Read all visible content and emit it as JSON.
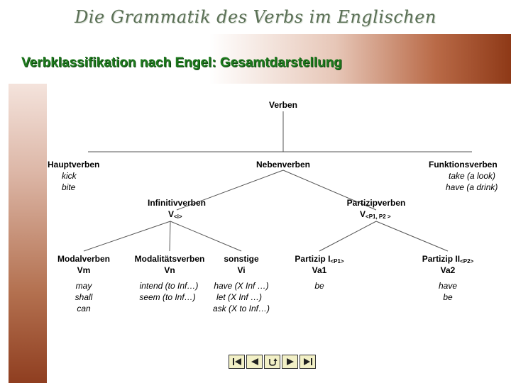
{
  "header": {
    "title": "Die Grammatik des Verbs im Englischen"
  },
  "slide": {
    "title": "Verbklassifikation nach Engel: Gesamtdarstellung"
  },
  "tree": {
    "root": "Verben",
    "hauptverben": {
      "label": "Hauptverben",
      "examples": [
        "kick",
        "bite"
      ]
    },
    "nebenverben": {
      "label": "Nebenverben"
    },
    "funktionsverben": {
      "label": "Funktionsverben",
      "examples": [
        "take (a look)",
        "have (a drink)"
      ]
    },
    "infinitivverben": {
      "label": "Infinitivverben",
      "symbol": "V",
      "sub": "<i>"
    },
    "partizipverben": {
      "label": "Partizipverben",
      "symbol": "V",
      "sub": "<P1, P2 >"
    },
    "modalverben": {
      "label": "Modalverben",
      "symbol": "Vm",
      "examples": [
        "may",
        "shall",
        "can"
      ]
    },
    "modalitaetsverben": {
      "label": "Modalitätsverben",
      "symbol": "Vn",
      "examples": [
        "intend (to Inf…)",
        "seem (to Inf…)"
      ]
    },
    "sonstige": {
      "label": "sonstige",
      "symbol": "Vi",
      "examples": [
        "have (X Inf …)",
        "let (X Inf …)",
        "ask (X to Inf…)"
      ]
    },
    "partizip1": {
      "label": "Partizip I",
      "sub": "<P1>",
      "symbol": "Va1",
      "examples": [
        "be"
      ]
    },
    "partizip2": {
      "label": "Partizip II",
      "sub": "<P2>",
      "symbol": "Va2",
      "examples": [
        "have",
        "be"
      ]
    }
  },
  "nav": {
    "buttons": [
      "first-icon",
      "prev-icon",
      "return-icon",
      "next-icon",
      "last-icon"
    ]
  }
}
